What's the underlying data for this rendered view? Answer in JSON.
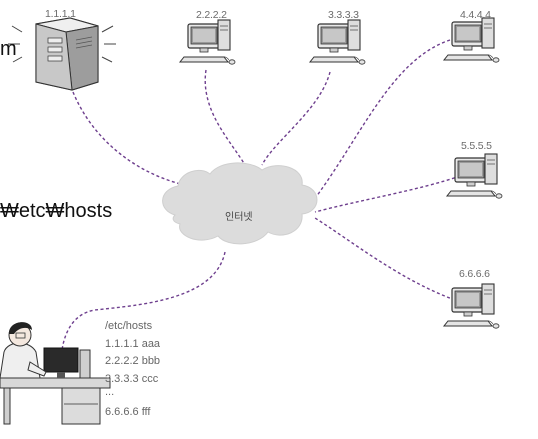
{
  "left_text_top": "m",
  "left_text_mid": "₩etc₩hosts",
  "server": {
    "ip": "1.1.1.1"
  },
  "hosts": [
    {
      "ip": "2.2.2.2"
    },
    {
      "ip": "3.3.3.3"
    },
    {
      "ip": "4.4.4.4"
    },
    {
      "ip": "5.5.5.5"
    },
    {
      "ip": "6.6.6.6"
    }
  ],
  "cloud": {
    "label": "인터넷"
  },
  "hosts_file": {
    "title": "/etc/hosts",
    "lines": [
      "1.1.1.1  aaa",
      "2.2.2.2  bbb",
      "3.3.3.3  ccc",
      "...",
      "6.6.6.6  fff"
    ]
  },
  "colors": {
    "link": "#6e3f8e",
    "cloud": "#dcdcdc"
  }
}
